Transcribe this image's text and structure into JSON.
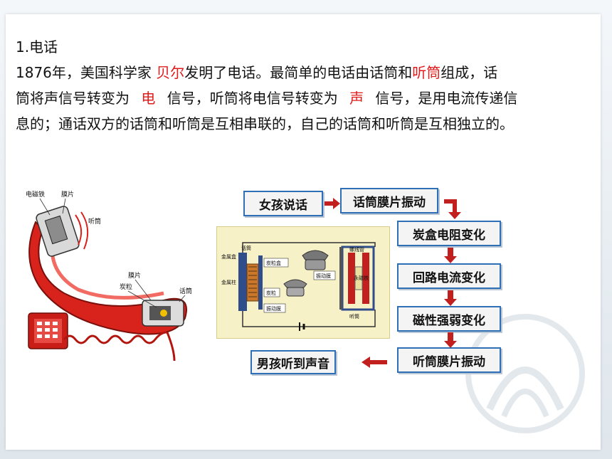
{
  "heading": "1.电话",
  "line1": {
    "a": "1876年，美国科学家 ",
    "inventor": "贝尔",
    "b": "发明了电话。最简单的电话由话筒和",
    "receiver": "听筒",
    "c": "组成，话"
  },
  "line2": {
    "a": "筒将声信号转变为 ",
    "blank1": "电",
    "b": " 信号，听筒将电信号转变为 ",
    "blank2": "声",
    "c": " 信号，是用电流传递信"
  },
  "line3": "息的；通话双方的话筒和听筒是互相串联的，自己的话筒和听筒是互相独立的。",
  "phone_labels": {
    "electromagnet": "电磁铁",
    "diaphragm_top": "膜片",
    "earpiece": "听筒",
    "diaphragm_bottom": "膜片",
    "carbon_granules": "炭粒",
    "mouthpiece": "话筒"
  },
  "circuit_labels": {
    "mic": "话筒",
    "metal_plate": "金属盒",
    "carbon_box": "炭粒盒",
    "metal_rod": "金属柱",
    "carbon": "炭粒",
    "vibrating_film": "振动膜",
    "receiver_film": "振动膜",
    "coil": "螺线管",
    "magnet": "永磁铁",
    "receiver": "听筒"
  },
  "flow": {
    "girl": "女孩说话",
    "mic_film": "话筒膜片振动",
    "resistance": "炭盒电阻变化",
    "current": "回路电流变化",
    "magnetism": "磁性强弱变化",
    "receiver_film": "听筒膜片振动",
    "boy": "男孩听到声音"
  },
  "colors": {
    "red": "#e01b1b",
    "box_border": "#2f6fb5",
    "arrow": "#c21f1f"
  }
}
